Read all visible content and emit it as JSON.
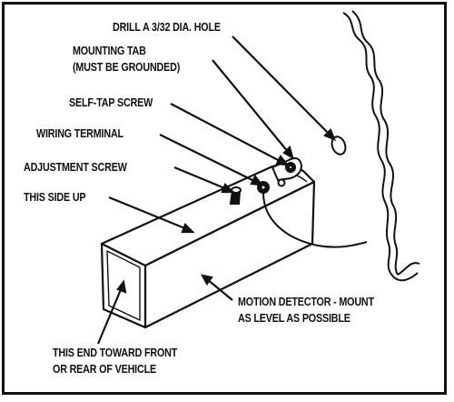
{
  "labels": {
    "drill_hole": "DRILL A 3/32 DIA. HOLE",
    "mounting_tab_line1": "MOUNTING TAB",
    "mounting_tab_line2": "(MUST BE GROUNDED)",
    "self_tap_screw": "SELF-TAP SCREW",
    "wiring_terminal": "WIRING TERMINAL",
    "adjustment_screw": "ADJUSTMENT SCREW",
    "this_side_up": "THIS SIDE UP",
    "motion_detector_line1": "MOTION DETECTOR - MOUNT",
    "motion_detector_line2": "AS LEVEL AS POSSIBLE",
    "end_toward_line1": "THIS END TOWARD FRONT",
    "end_toward_line2": "OR REAR OF VEHICLE"
  },
  "colors": {
    "ink": "#111111",
    "paper": "#ffffff"
  }
}
